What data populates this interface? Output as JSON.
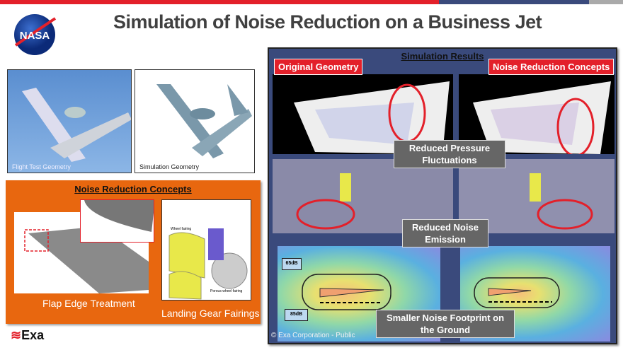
{
  "title": "Simulation of Noise Reduction on a Business Jet",
  "logos": {
    "nasa": "NASA",
    "exa": "Exa"
  },
  "left": {
    "photos": [
      {
        "caption": "Flight Test Geometry"
      },
      {
        "caption": "Simulation Geometry"
      }
    ],
    "concepts": {
      "title": "Noise Reduction Concepts",
      "flap_caption": "Flap Edge Treatment",
      "gear_caption": "Landing Gear Fairings",
      "gear_labels": [
        "Wheel fairing",
        "Porous wheel fairing"
      ]
    }
  },
  "results": {
    "title": "Simulation Results",
    "original_label": "Original Geometry",
    "concepts_label": "Noise Reduction Concepts",
    "callouts": [
      "Reduced Pressure Fluctuations",
      "Reduced Noise Emission",
      "Smaller Noise Footprint on the Ground"
    ],
    "db_labels": [
      "65dB",
      "85dB"
    ],
    "copyright": "© Exa Corporation - Public"
  },
  "colors": {
    "red": "#e3202a",
    "navy": "#3a4a7c",
    "orange": "#e8670f"
  }
}
